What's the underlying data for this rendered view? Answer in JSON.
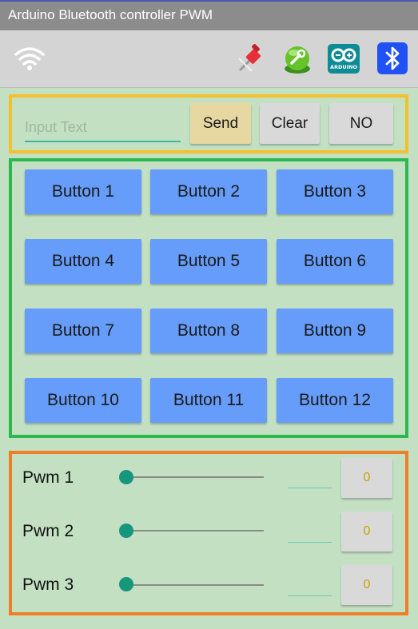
{
  "window": {
    "title": "Arduino Bluetooth controller PWM"
  },
  "toolbar": {
    "icons": [
      "wifi-icon",
      "pin-icon",
      "wrench-icon",
      "arduino-icon",
      "bluetooth-icon"
    ],
    "arduino_label": "ARDUINO"
  },
  "input": {
    "placeholder": "Input Text",
    "value": ""
  },
  "actions": {
    "send": "Send",
    "clear": "Clear",
    "no": "NO"
  },
  "buttons": [
    "Button 1",
    "Button 2",
    "Button 3",
    "Button 4",
    "Button 5",
    "Button 6",
    "Button 7",
    "Button 8",
    "Button 9",
    "Button 10",
    "Button 11",
    "Button 12"
  ],
  "pwm": [
    {
      "label": "Pwm 1",
      "value": "0",
      "slider": 0
    },
    {
      "label": "Pwm 2",
      "value": "0",
      "slider": 0
    },
    {
      "label": "Pwm 3",
      "value": "0",
      "slider": 0
    }
  ],
  "colors": {
    "background": "#c3e0c3",
    "button_blue": "#669cfa",
    "send_button": "#e6d8a0",
    "frame_yellow": "#f4c12c",
    "frame_green": "#2db84f",
    "frame_orange": "#f07e26",
    "slider_accent": "#17967e",
    "pwm_value_text": "#c6a400"
  }
}
